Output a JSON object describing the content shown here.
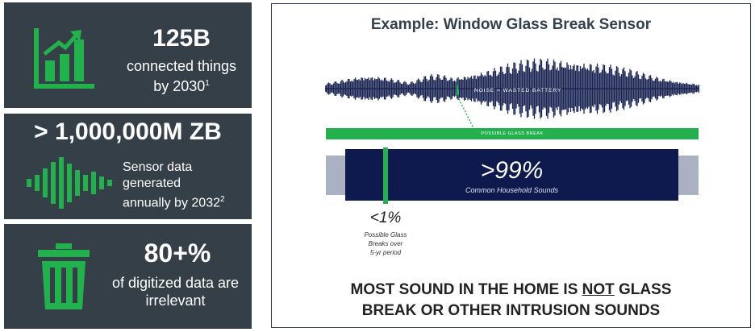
{
  "stats": [
    {
      "headline": "125B",
      "line1": "connected things",
      "line2": "by 2030",
      "footnote": "1",
      "icon": "growth-chart-icon"
    },
    {
      "headline": "> 1,000,000M ZB",
      "line1": "Sensor data",
      "line2": "generated",
      "line3": "annually by 2032",
      "footnote": "2",
      "icon": "sound-wave-icon"
    },
    {
      "headline": "80+%",
      "line1": "of digitized data are",
      "line2": "irrelevant",
      "icon": "trash-can-icon"
    }
  ],
  "panel": {
    "title": "Example: Window Glass Break Sensor",
    "noise_label": "NOISE = WASTED BATTERY",
    "bar_label": "POSSIBLE GLASS BREAK",
    "big_pct": ">99%",
    "big_pct_label": "Common Household Sounds",
    "small_pct": "<1%",
    "small_pct_label": [
      "Possible Glass",
      "Breaks over",
      "5-yr period"
    ],
    "bottom_line1_pre": "MOST SOUND IN THE HOME IS ",
    "bottom_line1_emph": "NOT",
    "bottom_line1_post": " GLASS",
    "bottom_line2": "BREAK OR OTHER INTRUSION SOUNDS"
  },
  "colors": {
    "card_bg": "#353f48",
    "accent_green": "#22b14c",
    "navy": "#0e1a4d",
    "wave": "#1a2552",
    "side_grey": "#aab1c2"
  }
}
